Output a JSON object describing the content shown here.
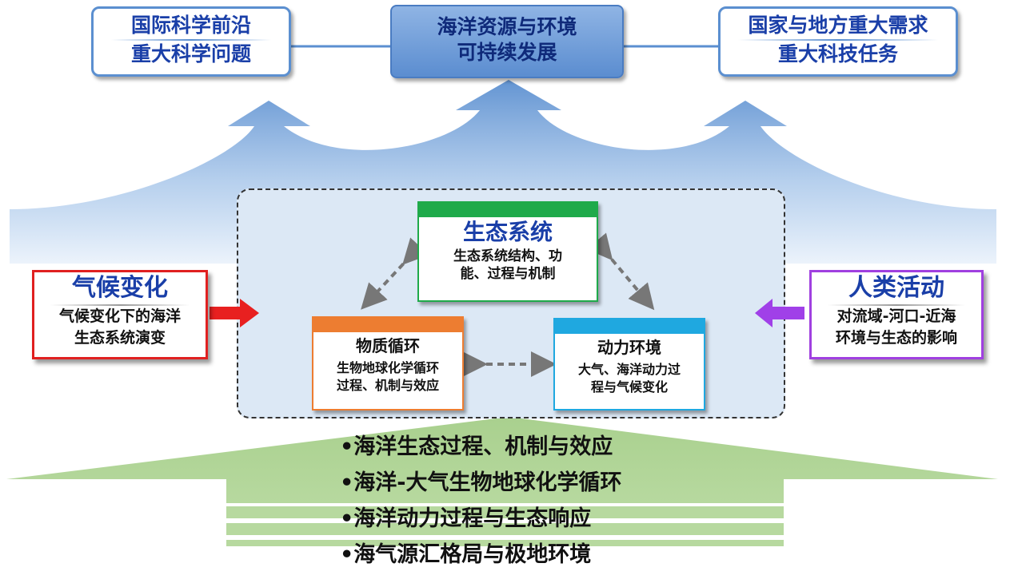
{
  "top": {
    "left_box": {
      "line1": "国际科学前沿",
      "line2": "重大科学问题"
    },
    "center_box": {
      "line1": "海洋资源与环境",
      "line2": "可持续发展"
    },
    "right_box": {
      "line1": "国家与地方重大需求",
      "line2": "重大科技任务"
    }
  },
  "core": {
    "ecosystem": {
      "title": "生态系统",
      "desc_line1": "生态系统结构、功",
      "desc_line2": "能、过程与机制"
    },
    "material_cycle": {
      "title": "物质循环",
      "desc_line1": "生物地球化学循环",
      "desc_line2": "过程、机制与效应"
    },
    "dynamic_env": {
      "title": "动力环境",
      "desc_line1": "大气、海洋动力过",
      "desc_line2": "程与气候变化"
    }
  },
  "drivers": {
    "climate": {
      "title": "气候变化",
      "desc_line1": "气候变化下的海洋",
      "desc_line2": "生态系统演变"
    },
    "human": {
      "title": "人类活动",
      "desc_line1": "对流域-河口-近海",
      "desc_line2": "环境与生态的影响"
    }
  },
  "foundation": {
    "items": [
      "•海洋生态过程、机制与效应",
      "•海洋-大气生物地球化学循环",
      "•海洋动力过程与生态响应",
      "•海气源汇格局与极地环境"
    ]
  },
  "colors": {
    "blue_band": "#a8c6e8",
    "green_arrow": "#a9d08e",
    "ecosystem_bar": "#1faa4a",
    "material_bar": "#ed7d31",
    "dynamic_bar": "#1fa8e0",
    "climate_border": "#e02020",
    "human_border": "#a040e0"
  }
}
